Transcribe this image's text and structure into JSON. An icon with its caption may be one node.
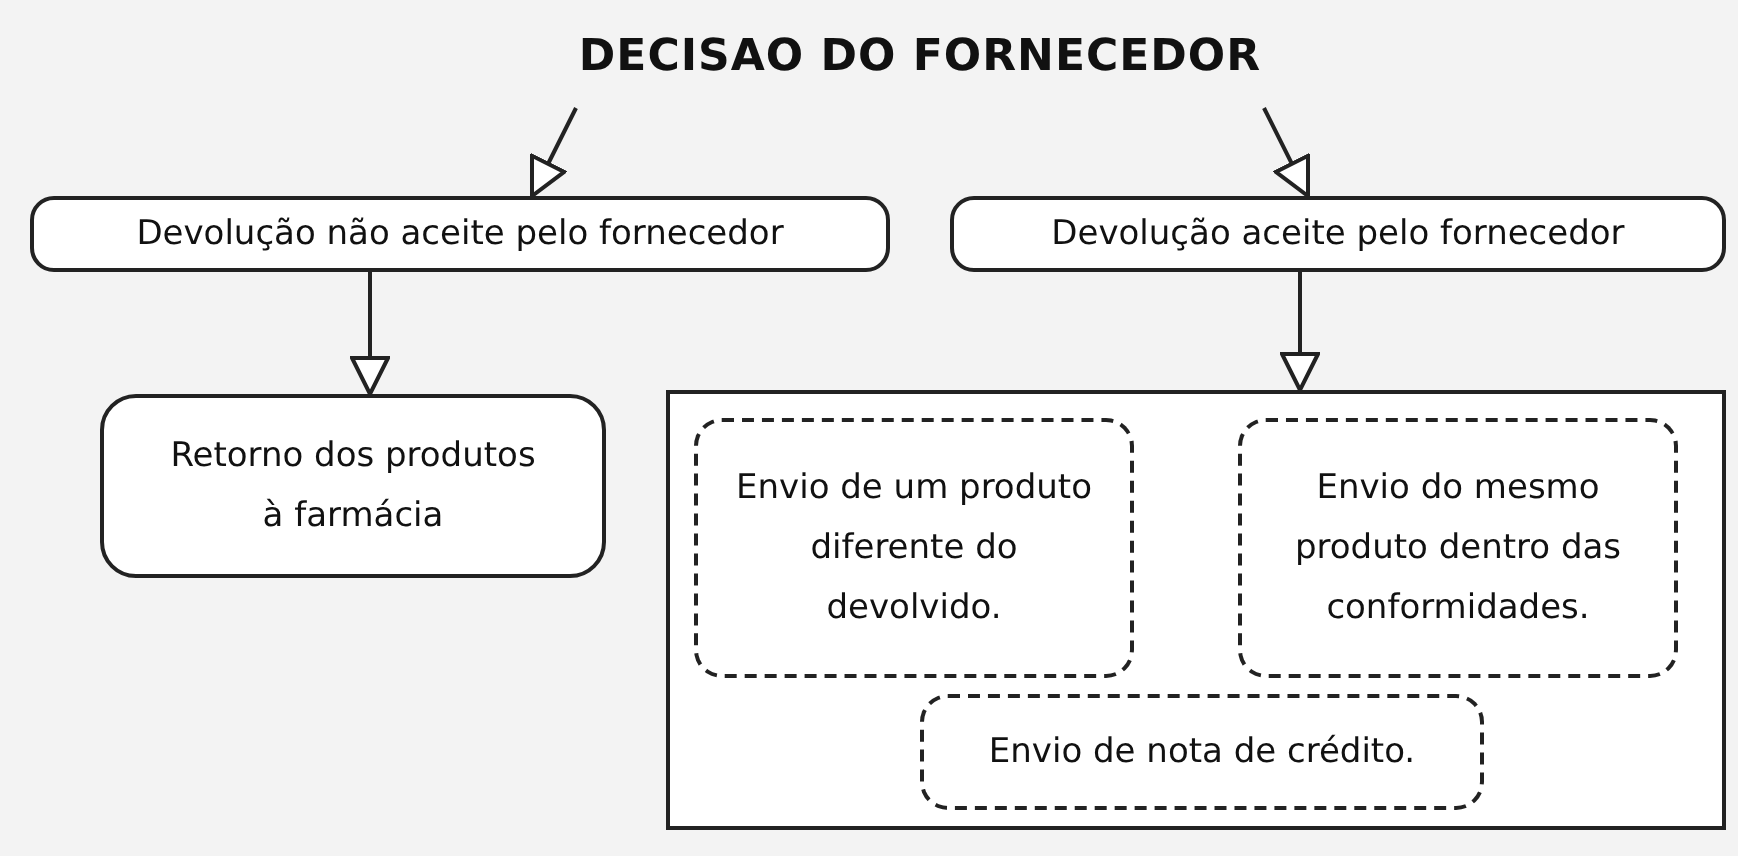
{
  "diagram": {
    "nodes": [
      {
        "text": [
          "DECISAO DO FORNECEDOR"
        ]
      },
      {
        "text": [
          "Devolução não aceite pelo fornecedor"
        ]
      },
      {
        "text": [
          "Devolução aceite pelo fornecedor"
        ]
      },
      {
        "text": [
          "Retorno dos produtos à farmácia"
        ]
      },
      {
        "text": [],
        "shape": "box"
      },
      {
        "text": [
          "Envio de um produto diferente do devolvido."
        ],
        "in": 4
      },
      {
        "text": [
          "Envio do mesmo produto dentro das conformidades."
        ],
        "in": 4
      },
      {
        "text": [
          "Envio de nota de crédito."
        ],
        "in": 4
      }
    ],
    "edges": [
      {
        "from": 0,
        "to": 1,
        "arrow": "to"
      },
      {
        "from": 0,
        "to": 2,
        "arrow": "to"
      },
      {
        "from": 1,
        "to": 3,
        "arrow": "to"
      },
      {
        "from": 2,
        "to": 4,
        "arrow": "to"
      }
    ]
  }
}
